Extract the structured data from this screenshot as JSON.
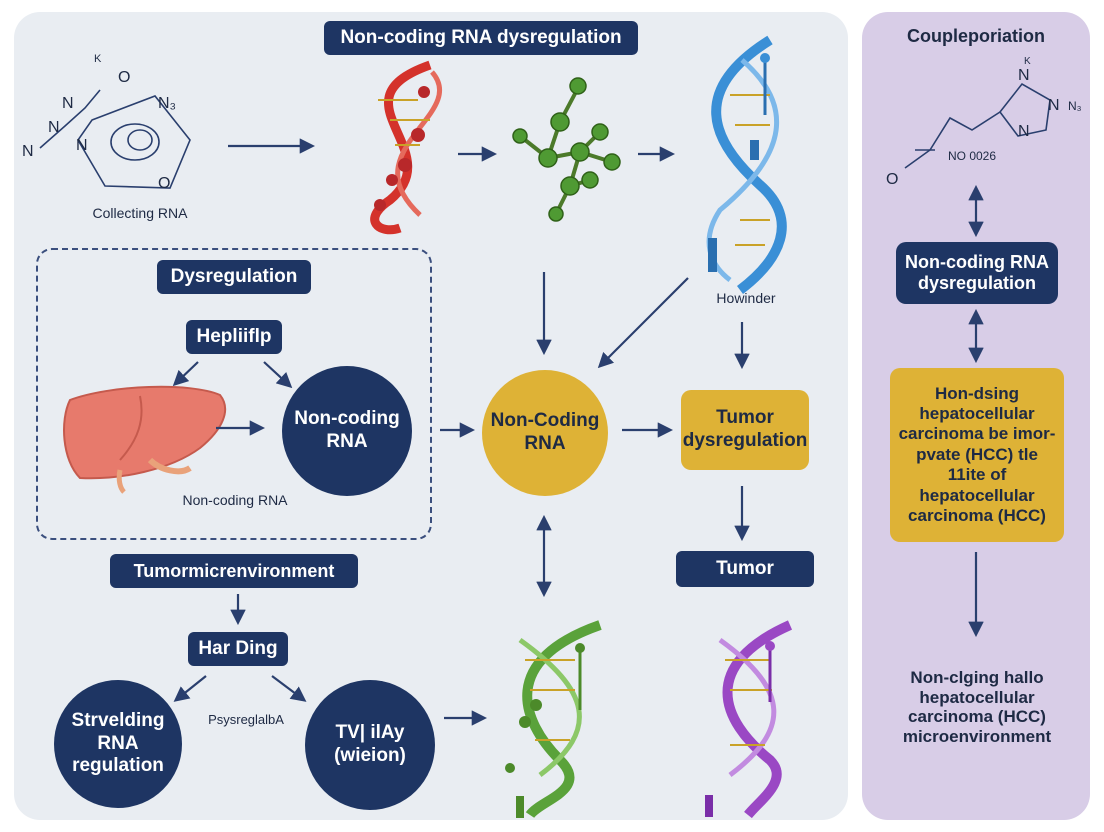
{
  "title": "Non-coding RNA dysregulation",
  "molecule_label": "Collecting RNA",
  "molecule_atoms": [
    "K",
    "O",
    "N",
    "N",
    "N",
    "N₃",
    "N",
    "O"
  ],
  "dysregulation_label": "Dysregulation",
  "hepliflp_label": "Hepliiflp",
  "liver_circle_label": "Non-coding RNA",
  "liver_caption": "Non-coding RNA",
  "howinder_label": "Howinder",
  "center_circle_label": "Non-Coding RNA",
  "tumor_dysregulation_label": "Tumor dysregulation",
  "tumor_label": "Tumor",
  "tumor_micro_label": "Tumormicrenvironment",
  "har_ding_label": "Har Ding",
  "strvelding_label": "Strvelding RNA regulation",
  "psysreglalba_label": "PsysreglalbA",
  "tv_label": "TV| ilAy (wieion)",
  "side": {
    "title": "Coupleporiation",
    "molecule_atoms": [
      "N",
      "K",
      "N",
      "N₃",
      "O"
    ],
    "molecule_text": "NO 0026",
    "dys_label": "Non-coding RNA dysregulation",
    "gold_text": "Hon-dsing hepatocellular carcinoma be imor-pvate (HCC) tle 11ite of hepatocellular carcinoma (HCC)",
    "bottom_text": "Non-clging hallo hepatocellular carcinoma (HCC) microenvironment"
  },
  "colors": {
    "navy": "#1e3563",
    "gold": "#deb236",
    "main_panel": "#e9edf2",
    "side_panel": "#d8cde7",
    "helix_red": "#d4322b",
    "helix_blue": "#3a8fd6",
    "helix_green": "#5aa23a",
    "helix_purple": "#9a48c4"
  }
}
